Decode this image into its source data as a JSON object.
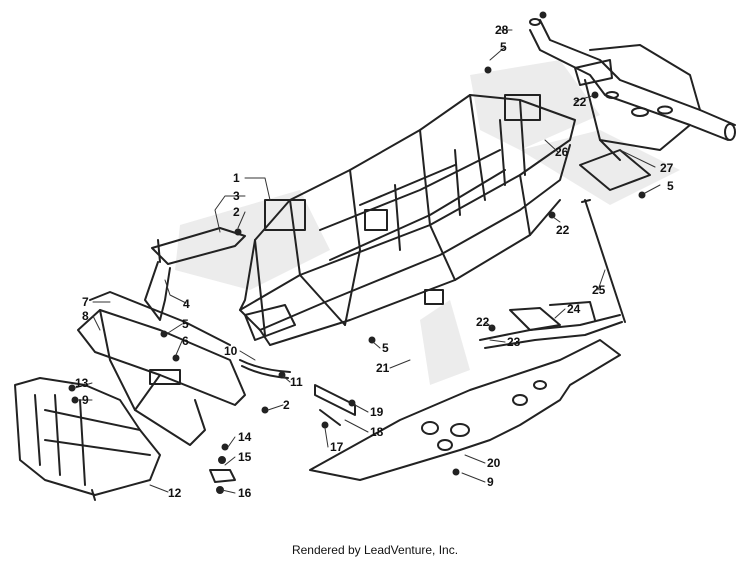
{
  "footer": "Rendered by LeadVenture, Inc.",
  "callouts": [
    {
      "id": "c28",
      "text": "28"
    },
    {
      "id": "c5a",
      "text": "5"
    },
    {
      "id": "c22a",
      "text": "22"
    },
    {
      "id": "c26",
      "text": "26"
    },
    {
      "id": "c27",
      "text": "27"
    },
    {
      "id": "c5b",
      "text": "5"
    },
    {
      "id": "c22b",
      "text": "22"
    },
    {
      "id": "c1",
      "text": "1"
    },
    {
      "id": "c3",
      "text": "3"
    },
    {
      "id": "c2a",
      "text": "2"
    },
    {
      "id": "c4",
      "text": "4"
    },
    {
      "id": "c7",
      "text": "7"
    },
    {
      "id": "c8",
      "text": "8"
    },
    {
      "id": "c5c",
      "text": "5"
    },
    {
      "id": "c6",
      "text": "6"
    },
    {
      "id": "c10",
      "text": "10"
    },
    {
      "id": "c11",
      "text": "11"
    },
    {
      "id": "c2b",
      "text": "2"
    },
    {
      "id": "c13",
      "text": "13"
    },
    {
      "id": "c9a",
      "text": "9"
    },
    {
      "id": "c12",
      "text": "12"
    },
    {
      "id": "c14",
      "text": "14"
    },
    {
      "id": "c15",
      "text": "15"
    },
    {
      "id": "c16",
      "text": "16"
    },
    {
      "id": "c25",
      "text": "25"
    },
    {
      "id": "c24",
      "text": "24"
    },
    {
      "id": "c22c",
      "text": "22"
    },
    {
      "id": "c23",
      "text": "23"
    },
    {
      "id": "c5d",
      "text": "5"
    },
    {
      "id": "c21",
      "text": "21"
    },
    {
      "id": "c19",
      "text": "19"
    },
    {
      "id": "c18",
      "text": "18"
    },
    {
      "id": "c17",
      "text": "17"
    },
    {
      "id": "c20",
      "text": "20"
    },
    {
      "id": "c9b",
      "text": "9"
    }
  ]
}
